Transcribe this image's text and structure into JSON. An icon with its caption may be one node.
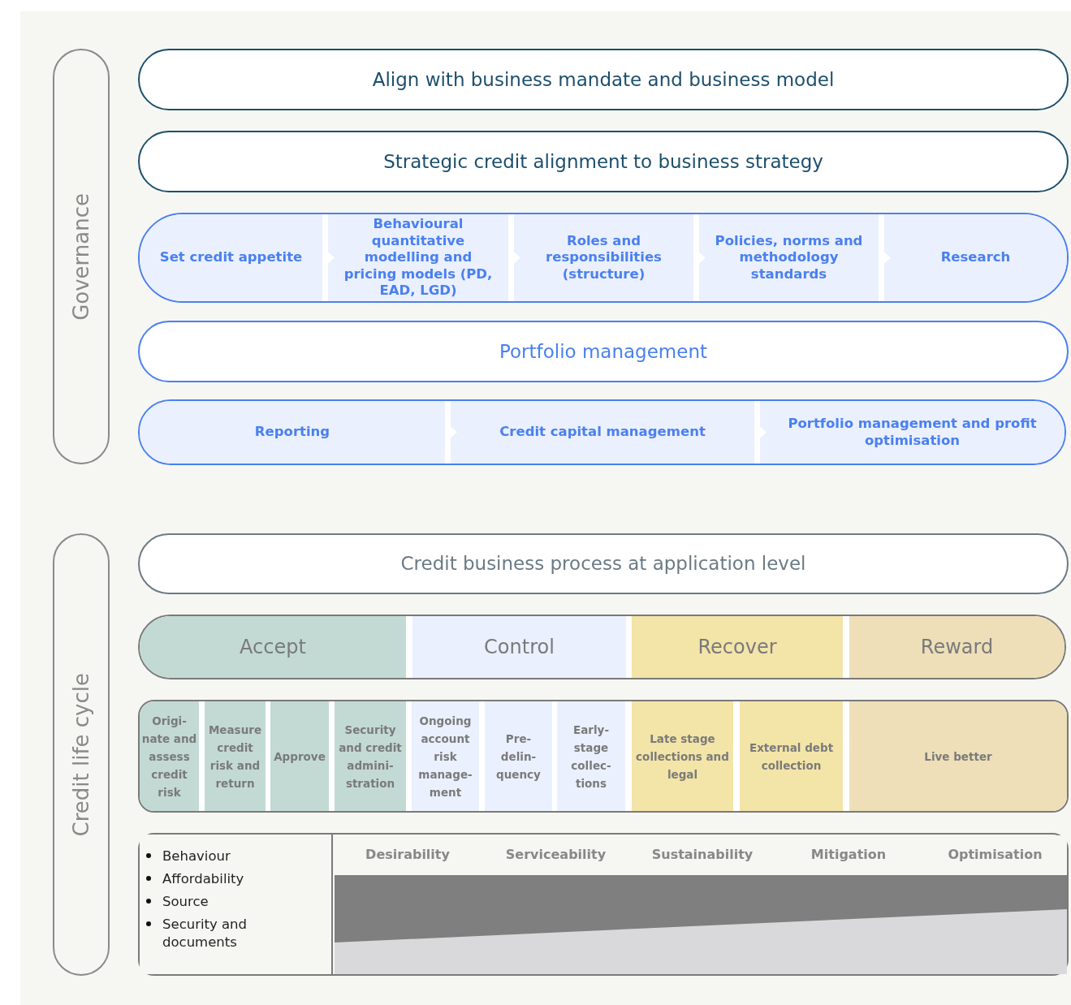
{
  "diagram": {
    "nodes": [
      {
        "text": [
          "Governance"
        ]
      },
      {
        "text": [
          "Align with business mandate and business model"
        ]
      },
      {
        "text": [
          "Strategic credit alignment to business strategy"
        ]
      },
      {
        "text": [],
        "shape": "box"
      },
      {
        "text": [
          "Set credit appetite"
        ],
        "in": 3
      },
      {
        "text": [
          "Behavioural quantitative modelling and pricing models (PD, EAD, LGD)"
        ],
        "in": 3
      },
      {
        "text": [
          "Roles and responsibilities (structure)"
        ],
        "in": 3
      },
      {
        "text": [
          "Policies, norms and methodology standards"
        ],
        "in": 3
      },
      {
        "text": [
          "Research"
        ],
        "in": 3
      },
      {
        "text": [
          "Portfolio management"
        ]
      },
      {
        "text": [],
        "shape": "box"
      },
      {
        "text": [
          "Reporting"
        ],
        "in": 10
      },
      {
        "text": [
          "Credit capital management"
        ],
        "in": 10
      },
      {
        "text": [
          "Portfolio management and profit optimisation"
        ],
        "in": 10
      },
      {
        "text": [
          "Credit life cycle"
        ]
      },
      {
        "text": [
          "Credit business process at application level"
        ]
      },
      {
        "text": [],
        "shape": "box"
      },
      {
        "text": [
          "Accept"
        ],
        "in": 16
      },
      {
        "text": [
          "Control"
        ],
        "in": 16
      },
      {
        "text": [
          "Recover"
        ],
        "in": 16
      },
      {
        "text": [
          "Reward"
        ],
        "in": 16
      },
      {
        "text": [],
        "shape": "box"
      },
      {
        "text": [
          "Origi- nate and assess credit risk"
        ],
        "in": 21
      },
      {
        "text": [
          "Measure credit risk and return"
        ],
        "in": 21
      },
      {
        "text": [
          "Approve"
        ],
        "in": 21
      },
      {
        "text": [
          "Security and credit admini- stration"
        ],
        "in": 21
      },
      {
        "text": [
          "Ongoing account risk manage- ment"
        ],
        "in": 21
      },
      {
        "text": [
          "Pre- delin- quency"
        ],
        "in": 21
      },
      {
        "text": [
          "Early- stage collec- tions"
        ],
        "in": 21
      },
      {
        "text": [
          "Late stage collections and legal"
        ],
        "in": 21
      },
      {
        "text": [
          "External debt collection"
        ],
        "in": 21
      },
      {
        "text": [
          "Live better"
        ],
        "in": 21
      },
      {
        "text": [],
        "shape": "box"
      },
      {
        "text": [
          "Behaviour",
          "Affordability",
          "Source",
          "Security and documents"
        ],
        "in": 32
      }
    ],
    "edges": [
      {
        "from": 4,
        "to": 5,
        "arrow": "to"
      },
      {
        "from": 5,
        "to": 6,
        "arrow": "to"
      },
      {
        "from": 6,
        "to": 7,
        "arrow": "to"
      },
      {
        "from": 7,
        "to": 8,
        "arrow": "to"
      },
      {
        "from": 11,
        "to": 12,
        "arrow": "to"
      },
      {
        "from": 12,
        "to": 13,
        "arrow": "to"
      }
    ],
    "labels": [
      "Desirability",
      "Serviceability",
      "Sustainability",
      "Mitigation",
      "Optimisation"
    ]
  }
}
